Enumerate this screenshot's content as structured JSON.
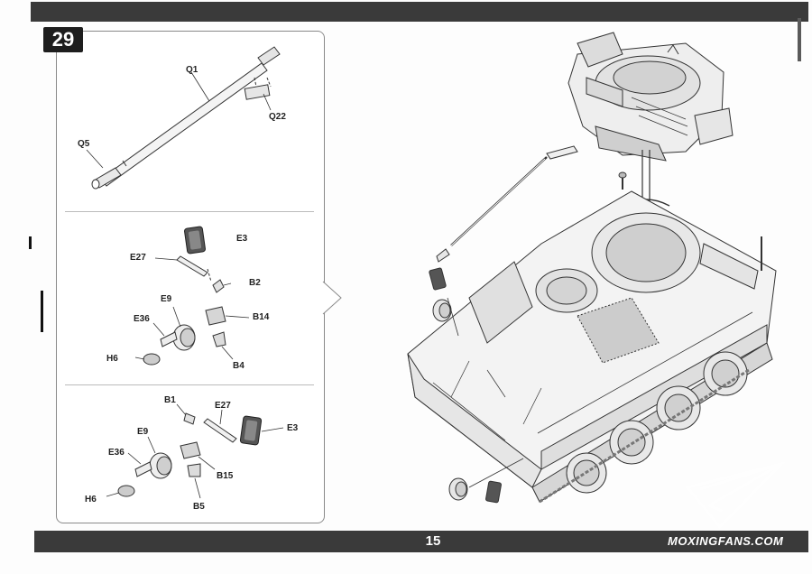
{
  "step_number": "29",
  "page_number": "15",
  "watermark": "MOXINGFANS.COM",
  "panel_top": {
    "labels": {
      "q1": "Q1",
      "q5": "Q5",
      "q22": "Q22"
    }
  },
  "panel_middle": {
    "labels": {
      "e3": "E3",
      "e27": "E27",
      "b2": "B2",
      "e9": "E9",
      "e36": "E36",
      "b14": "B14",
      "h6": "H6",
      "b4": "B4"
    }
  },
  "panel_bottom": {
    "labels": {
      "b1": "B1",
      "e27": "E27",
      "e3": "E3",
      "e9": "E9",
      "e36": "E36",
      "b15": "B15",
      "h6": "H6",
      "b5": "B5"
    }
  },
  "colors": {
    "bar": "#3a3a3a",
    "paper": "#fdfdfd",
    "line": "#333333",
    "fill_light": "#eeeeee",
    "fill_mid": "#cfcfcf"
  }
}
